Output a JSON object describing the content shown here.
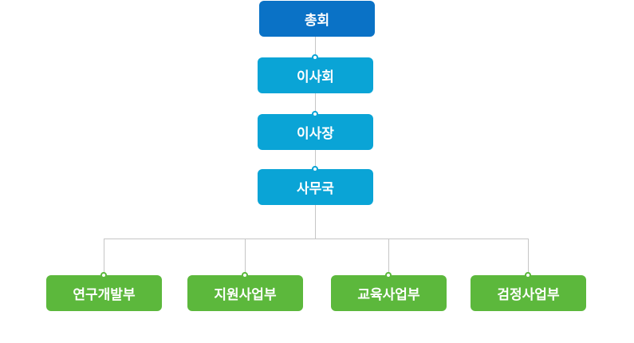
{
  "org_chart": {
    "top": {
      "label": "총회",
      "color": "#0a72c6"
    },
    "chain": [
      {
        "label": "이사회",
        "color": "#0aa4d6"
      },
      {
        "label": "이사장",
        "color": "#0aa4d6"
      },
      {
        "label": "사무국",
        "color": "#0aa4d6"
      }
    ],
    "departments": [
      {
        "label": "연구개발부",
        "color": "#5cb83c"
      },
      {
        "label": "지원사업부",
        "color": "#5cb83c"
      },
      {
        "label": "교육사업부",
        "color": "#5cb83c"
      },
      {
        "label": "검정사업부",
        "color": "#5cb83c"
      }
    ],
    "connector_color": "#c6c6c6"
  }
}
